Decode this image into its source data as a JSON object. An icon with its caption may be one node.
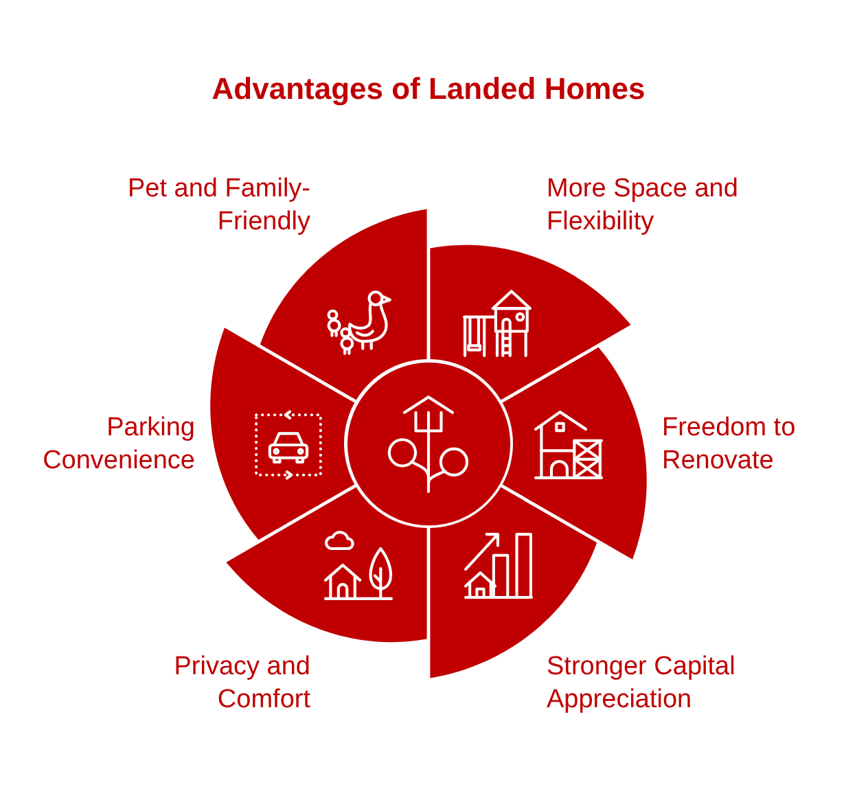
{
  "diagram": {
    "title": "Advantages of Landed Homes",
    "nodes": [
      {
        "text": [],
        "shape": "circle"
      },
      {
        "text": [],
        "shape": "wedge",
        "beside": [
          "Pet and Family-Friendly"
        ]
      },
      {
        "text": [],
        "shape": "wedge",
        "beside": [
          "More Space and Flexibility"
        ]
      },
      {
        "text": [],
        "shape": "wedge",
        "beside": [
          "Parking Convenience"
        ]
      },
      {
        "text": [],
        "shape": "wedge",
        "beside": [
          "Freedom to Renovate"
        ]
      },
      {
        "text": [],
        "shape": "wedge",
        "beside": [
          "Privacy and Comfort"
        ]
      },
      {
        "text": [],
        "shape": "wedge",
        "beside": [
          "Stronger Capital Appreciation"
        ]
      }
    ]
  }
}
